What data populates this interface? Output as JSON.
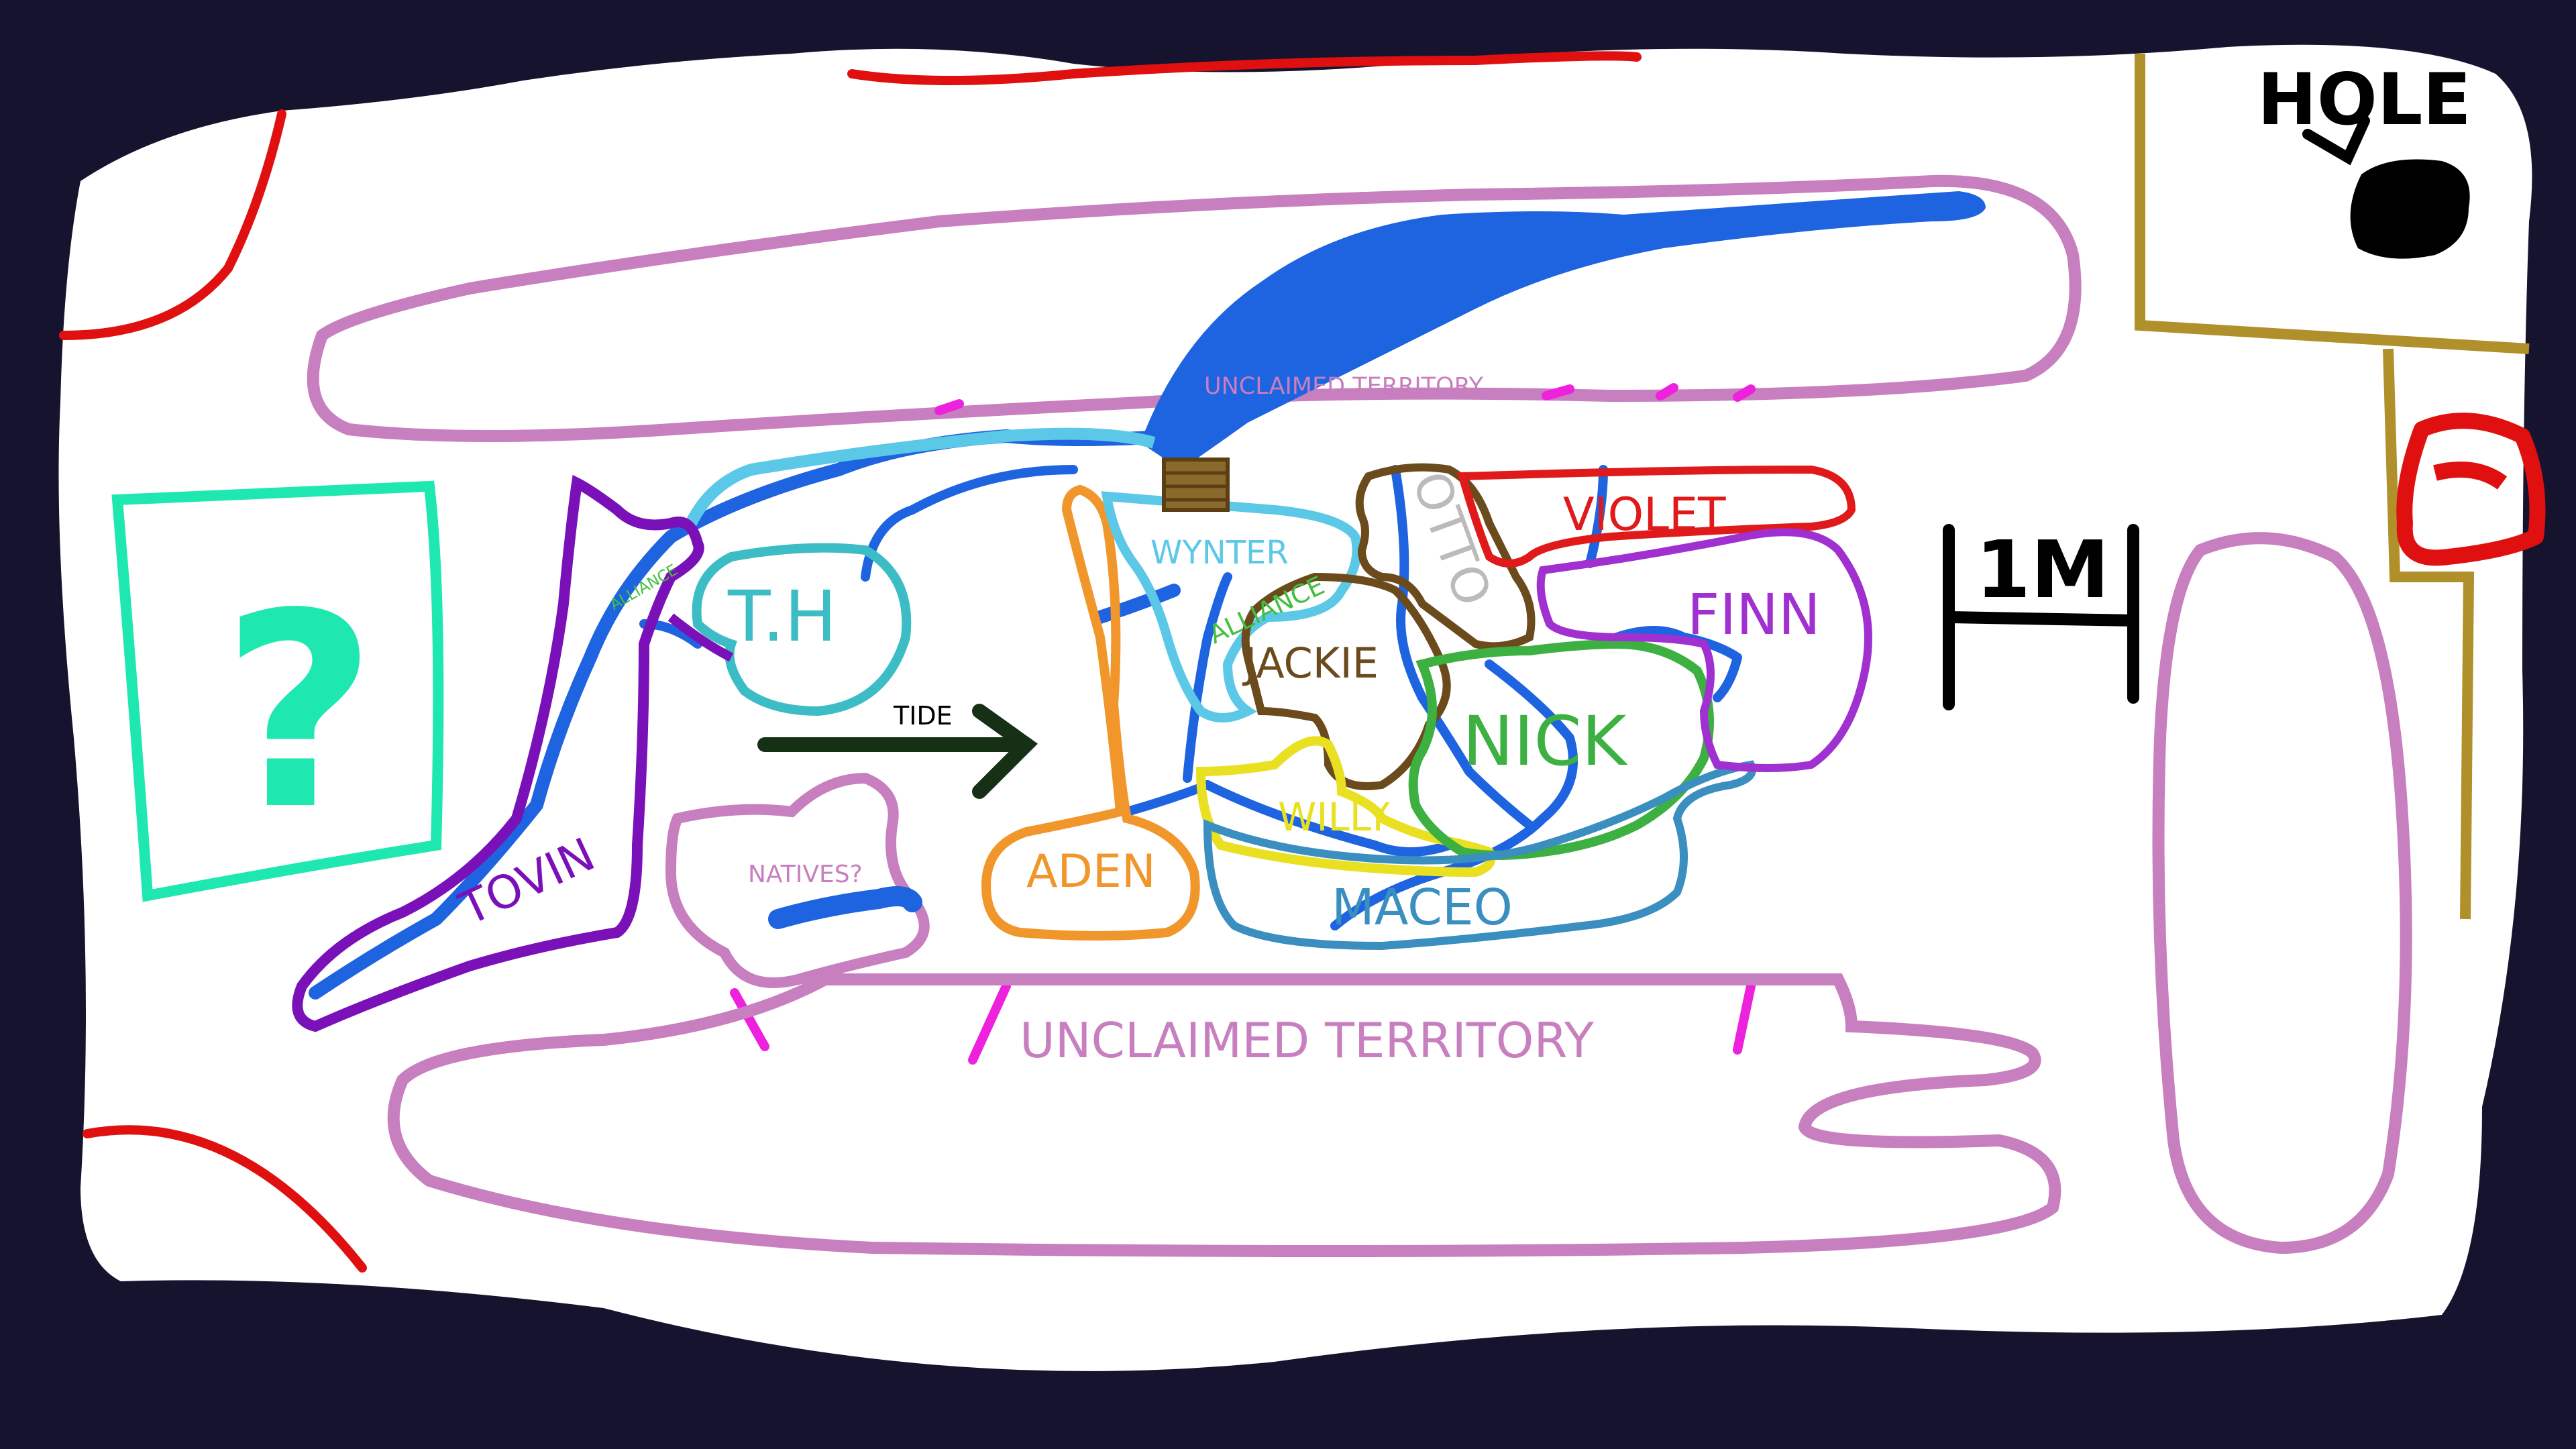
{
  "map": {
    "colors": {
      "background": "#16132f",
      "paper": "#ffffff",
      "river": "#1e63e0",
      "unclaimed": "#c77fbf",
      "border_red": "#e01010",
      "frame_gold": "#b0902a"
    },
    "labels": {
      "hole": "HOLE",
      "unclaimed_top": "UNCLAIMED TERRITORY",
      "unclaimed_bottom": "UNCLAIMED TERRITORY",
      "question": "?",
      "th": "T.H",
      "alliance_left": "ALLIANCE",
      "tovin": "TOVIN",
      "natives": "NATIVES?",
      "tide": "TIDE",
      "wynter": "WYNTER",
      "alliance_center": "ALLIANCE",
      "otto": "OTTO",
      "violet": "VIOLET",
      "finn": "FINN",
      "jackie": "JACKIE",
      "nick": "NICK",
      "willy": "WILLY",
      "aden": "ADEN",
      "maceo": "MACEO",
      "scale": "1M"
    },
    "territory_colors": {
      "tovin": "#7a10b8",
      "th": "#3cbcc4",
      "wynter": "#5cc8e8",
      "aden": "#f0962a",
      "otto": "#6b4a1c",
      "violet": "#e01a1a",
      "finn": "#a030d0",
      "jackie": "#6b4a1c",
      "nick": "#3cb040",
      "willy": "#e8e020",
      "maceo": "#3a8ec0",
      "question": "#1ee8b0",
      "alliance": "#40c040",
      "tide": "#163016"
    },
    "icons": [
      "question-mark-icon",
      "bridge-icon",
      "tide-arrow-icon",
      "scale-bar-icon",
      "hole-icon",
      "bell-icon"
    ]
  }
}
